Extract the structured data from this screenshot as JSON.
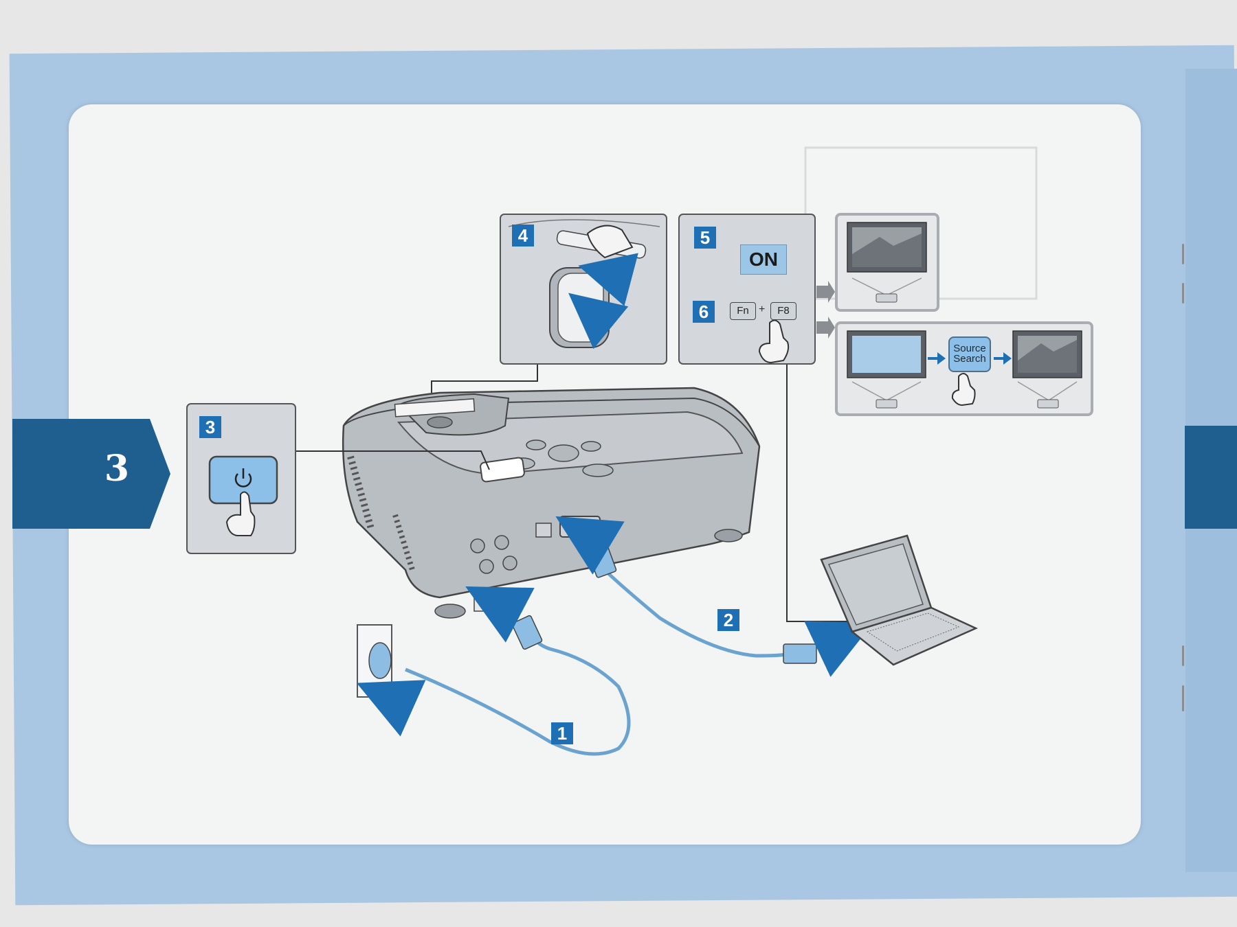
{
  "tab": {
    "number": "3"
  },
  "steps": {
    "s1": "1",
    "s2": "2",
    "s3": "3",
    "s4": "4",
    "s5": "5",
    "s6": "6"
  },
  "panel5": {
    "on_label": "ON"
  },
  "panel6": {
    "key_fn": "Fn",
    "key_plus": "+",
    "key_f8": "F8"
  },
  "source_search": {
    "line1": "Source",
    "line2": "Search"
  },
  "icons": [
    "power-icon",
    "hand-pointer-icon",
    "arrow-icon",
    "projector-icon",
    "laptop-icon",
    "wall-socket-icon"
  ],
  "colors": {
    "accent_blue": "#1e6fb3",
    "light_blue": "#9bc6e6",
    "band_blue": "#1f5f8f",
    "paper_blue": "#a9c6e2"
  }
}
